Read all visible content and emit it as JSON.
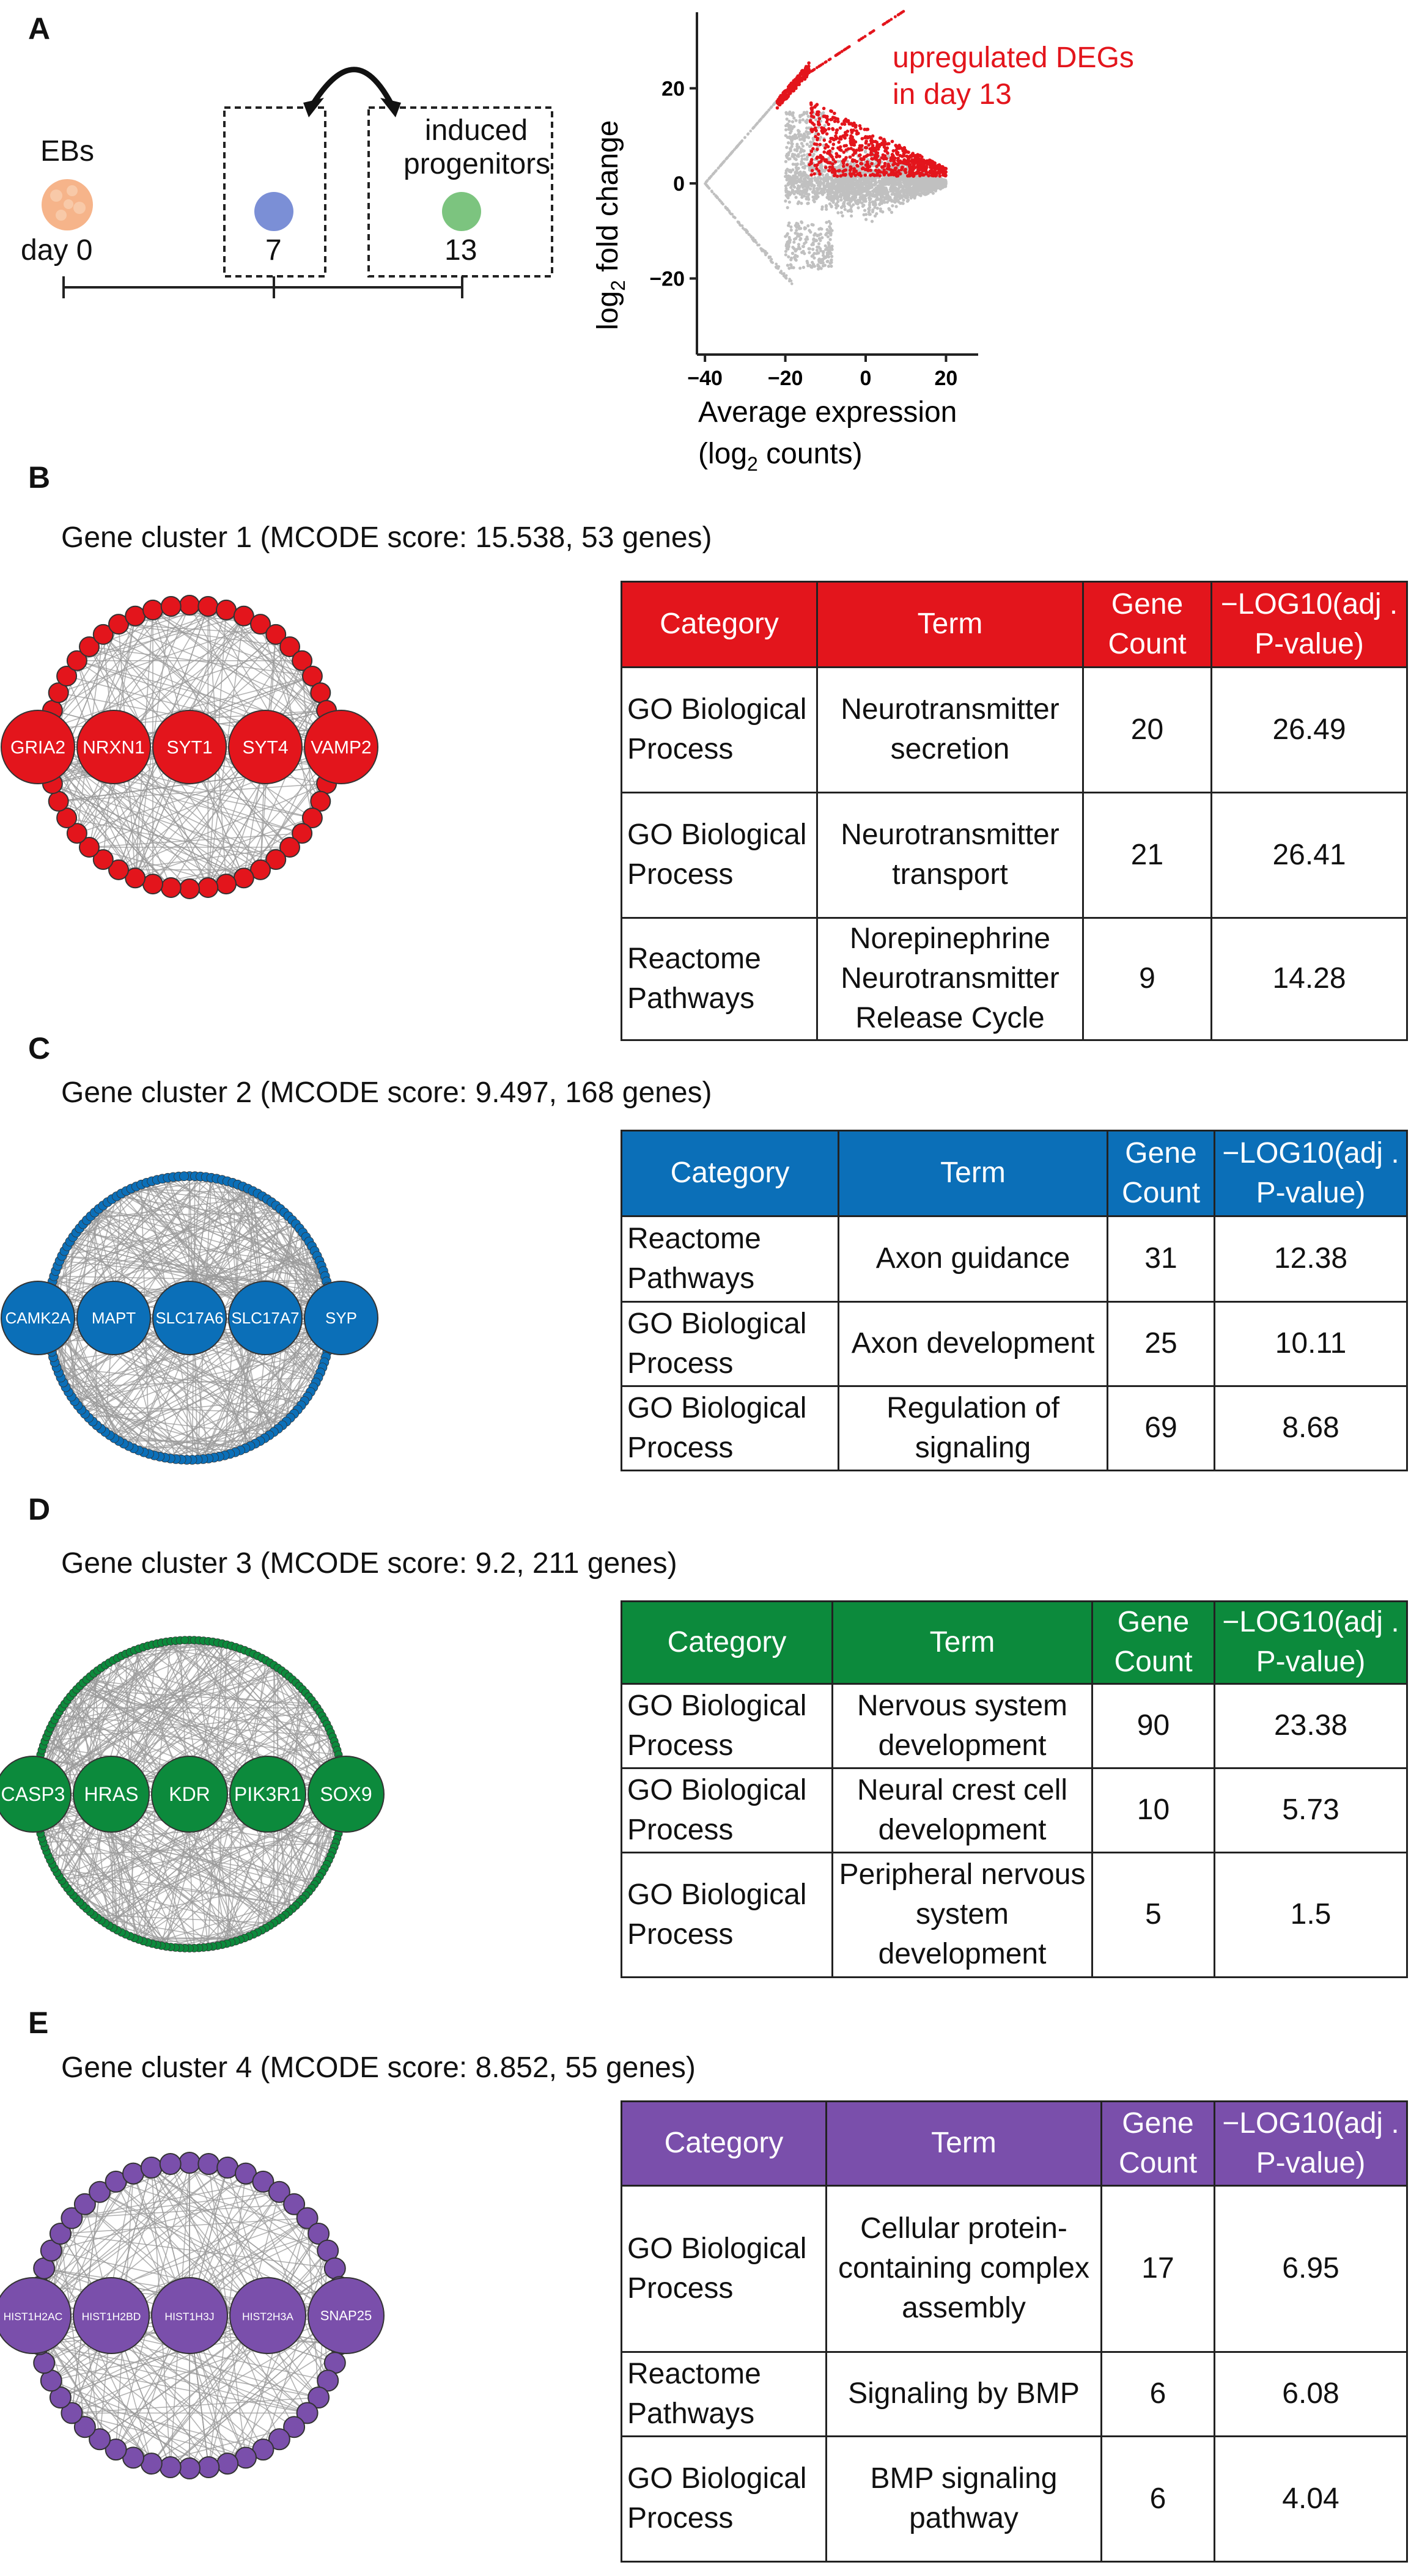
{
  "panels": {
    "a": {
      "label": "A"
    },
    "b": {
      "label": "B"
    },
    "c": {
      "label": "C"
    },
    "d": {
      "label": "D"
    },
    "e": {
      "label": "E"
    }
  },
  "timeline": {
    "ebs_label": "EBs",
    "day0_label": "day 0",
    "day7_label": "7",
    "induced_label_line1": "induced",
    "induced_label_line2": "progenitors",
    "day13_label": "13",
    "colors": {
      "ebs": "#f6b48a",
      "day7": "#7b8fd6",
      "day13": "#7cc47f"
    }
  },
  "chart_data": {
    "type": "scatter",
    "title": "",
    "xlabel_line1": "Average expression",
    "xlabel_line2": "(log",
    "xlabel_sub": "2",
    "xlabel_end": " counts)",
    "ylabel_pre": "log",
    "ylabel_sub": "2",
    "ylabel_post": " fold change",
    "xlim": [
      -42,
      28
    ],
    "ylim": [
      -36,
      36
    ],
    "xticks": [
      -40,
      -20,
      0,
      20
    ],
    "yticks": [
      -20,
      0,
      20
    ],
    "annotation_line1": "upregulated DEGs",
    "annotation_line2": "in day 13",
    "series": [
      {
        "name": "upregulated DEGs in day 13",
        "color": "#e3151c"
      },
      {
        "color": "#c0c0c0"
      }
    ]
  },
  "clusters": [
    {
      "title": "Gene cluster 1 (MCODE score: 15.538, 53 genes)",
      "color": "#e3151c",
      "outer_count": 48,
      "genes": [
        "GRIA2",
        "NRXN1",
        "SYT1",
        "SYT4",
        "VAMP2"
      ],
      "headers": [
        "Category",
        "Term",
        "Gene Count",
        "−LOG10(adj . P-value)"
      ],
      "rows": [
        {
          "category": "GO Biological Process",
          "term": "Neurotransmitter secretion",
          "count": "20",
          "value": "26.49"
        },
        {
          "category": "GO Biological Process",
          "term": "Neurotransmitter transport",
          "count": "21",
          "value": "26.41"
        },
        {
          "category": "Reactome Pathways",
          "term": "Norepinephrine Neurotransmitter Release Cycle",
          "count": "9",
          "value": "14.28"
        }
      ]
    },
    {
      "title": "Gene cluster 2 (MCODE score: 9.497, 168 genes)",
      "color": "#0b6fb8",
      "outer_count": 163,
      "genes": [
        "CAMK2A",
        "MAPT",
        "SLC17A6",
        "SLC17A7",
        "SYP"
      ],
      "headers": [
        "Category",
        "Term",
        "Gene Count",
        "−LOG10(adj . P-value)"
      ],
      "rows": [
        {
          "category": "Reactome Pathways",
          "term": "Axon guidance",
          "count": "31",
          "value": "12.38"
        },
        {
          "category": "GO Biological Process",
          "term": "Axon development",
          "count": "25",
          "value": "10.11"
        },
        {
          "category": "GO Biological Process",
          "term": "Regulation of signaling",
          "count": "69",
          "value": "8.68"
        }
      ]
    },
    {
      "title": "Gene cluster 3 (MCODE score: 9.2, 211 genes)",
      "color": "#0c8a3c",
      "outer_count": 206,
      "genes": [
        "CASP3",
        "HRAS",
        "KDR",
        "PIK3R1",
        "SOX9"
      ],
      "headers": [
        "Category",
        "Term",
        "Gene Count",
        "−LOG10(adj . P-value)"
      ],
      "rows": [
        {
          "category": "GO Biological Process",
          "term": "Nervous system development",
          "count": "90",
          "value": "23.38"
        },
        {
          "category": "GO Biological Process",
          "term": "Neural crest cell development",
          "count": "10",
          "value": "5.73"
        },
        {
          "category": "GO Biological Process",
          "term": "Peripheral nervous system development",
          "count": "5",
          "value": "1.5"
        }
      ]
    },
    {
      "title": "Gene cluster 4 (MCODE score: 8.852, 55 genes)",
      "color": "#7a4fab",
      "outer_count": 50,
      "genes": [
        "HIST1H2AC",
        "HIST1H2BD",
        "HIST1H3J",
        "HIST2H3A",
        "SNAP25"
      ],
      "headers": [
        "Category",
        "Term",
        "Gene Count",
        "−LOG10(adj . P-value)"
      ],
      "rows": [
        {
          "category": "GO Biological Process",
          "term": "Cellular protein-containing complex assembly",
          "count": "17",
          "value": "6.95"
        },
        {
          "category": "Reactome Pathways",
          "term": "Signaling by BMP",
          "count": "6",
          "value": "6.08"
        },
        {
          "category": "GO Biological Process",
          "term": "BMP signaling pathway",
          "count": "6",
          "value": "4.04"
        }
      ]
    }
  ]
}
